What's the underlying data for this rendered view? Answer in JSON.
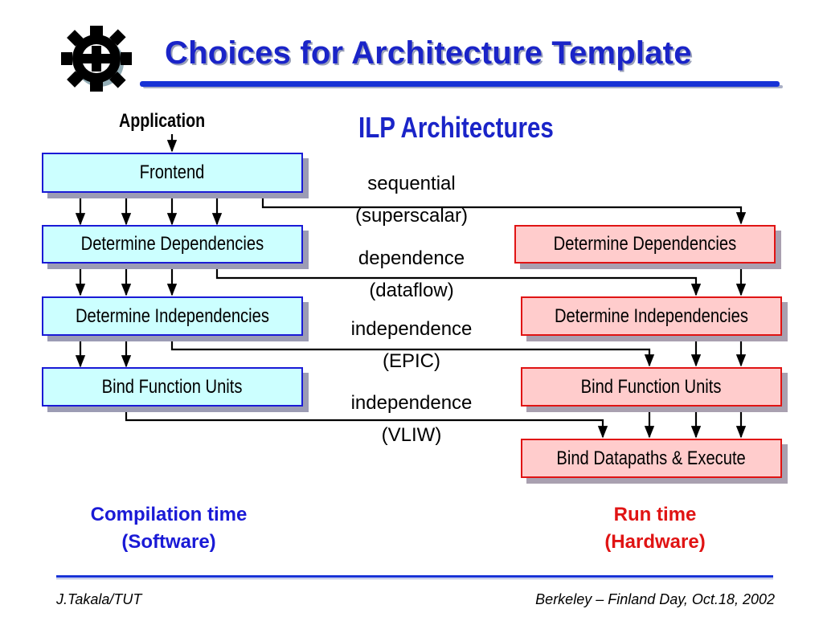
{
  "title": "Choices for Architecture Template",
  "logo": {
    "icon": "gear-logo-icon"
  },
  "diagram": {
    "input_label": "Application",
    "ilp_heading": "ILP Architectures",
    "software_stages": [
      "Frontend",
      "Determine Dependencies",
      "Determine Independencies",
      "Bind Function Units"
    ],
    "hardware_stages": [
      "Determine Dependencies",
      "Determine Independencies",
      "Bind Function Units",
      "Bind Datapaths & Execute"
    ],
    "architectures": [
      {
        "name": "sequential",
        "example": "(superscalar)"
      },
      {
        "name": "dependence",
        "example": "(dataflow)"
      },
      {
        "name": "independence",
        "example": "(EPIC)"
      },
      {
        "name": "independence",
        "example": "(VLIW)"
      }
    ],
    "compile_caption": {
      "line1": "Compilation time",
      "line2": "(Software)"
    },
    "run_caption": {
      "line1": "Run time",
      "line2": "(Hardware)"
    }
  },
  "footer": {
    "left": "J.Takala/TUT",
    "right": "Berkeley – Finland Day,  Oct.18, 2002"
  },
  "colors": {
    "title": "#1a24c8",
    "software_fill": "#ccffff",
    "software_border": "#1a1ad6",
    "hardware_fill": "#ffcccc",
    "hardware_border": "#e01414"
  }
}
